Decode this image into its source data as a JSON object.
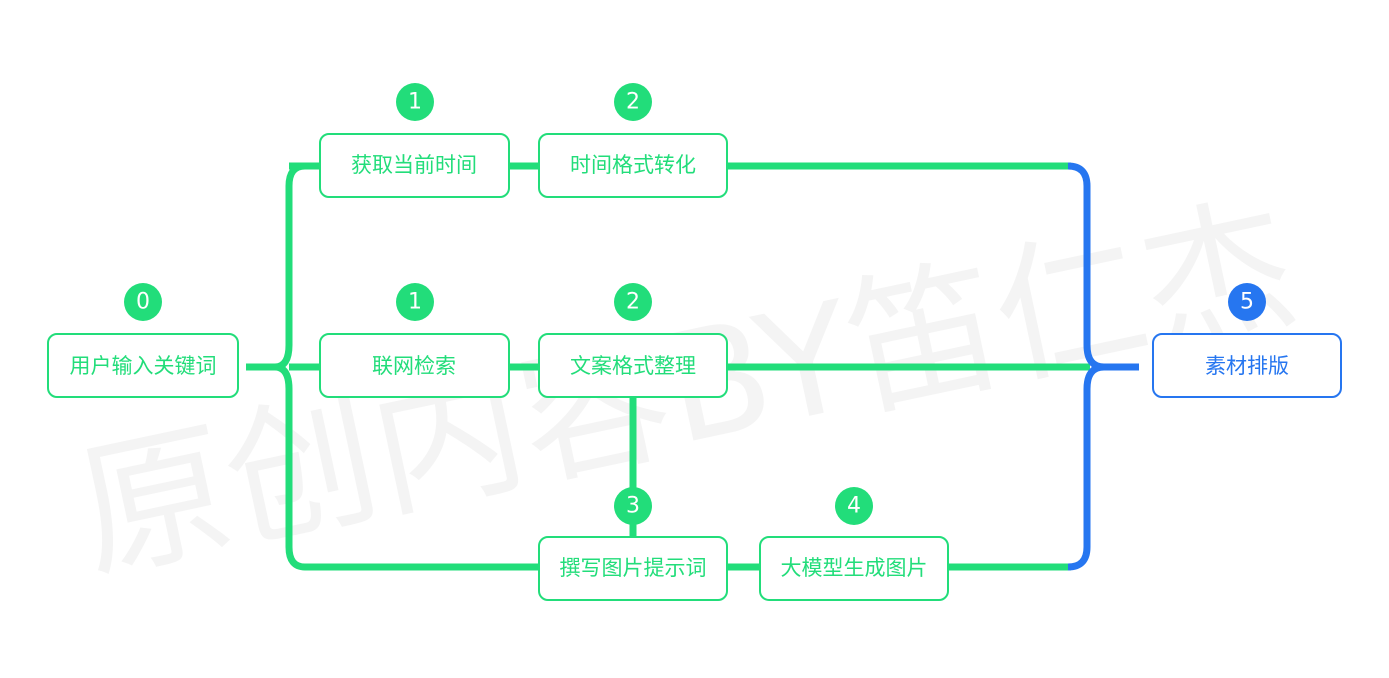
{
  "watermark": "原创内容BY笛仁杰",
  "colors": {
    "green": "#22dd7a",
    "blue": "#2676f0",
    "background": "#ffffff"
  },
  "nodes": {
    "user_input": {
      "label": "用户输入关键词",
      "step": "0"
    },
    "get_time": {
      "label": "获取当前时间",
      "step": "1"
    },
    "time_format": {
      "label": "时间格式转化",
      "step": "2"
    },
    "web_search": {
      "label": "联网检索",
      "step": "1"
    },
    "text_format": {
      "label": "文案格式整理",
      "step": "2"
    },
    "write_prompt": {
      "label": "撰写图片提示词",
      "step": "3"
    },
    "generate_image": {
      "label": "大模型生成图片",
      "step": "4"
    },
    "layout": {
      "label": "素材排版",
      "step": "5"
    }
  }
}
